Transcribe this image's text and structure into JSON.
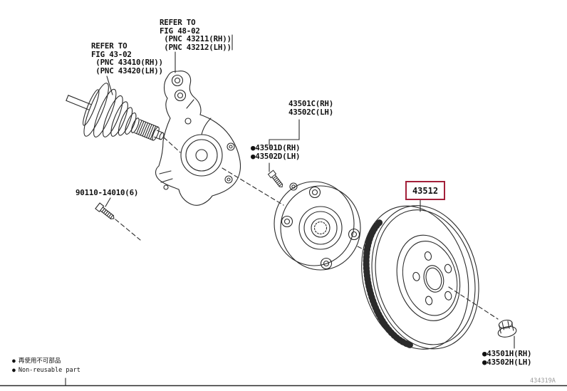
{
  "figure": {
    "footer_code": "434319A",
    "highlight_box_color": "#A3203A",
    "line_color": "#2a2a2a"
  },
  "labels": {
    "refer_left": "REFER TO\nFIG 43-02\n (PNC 43410(RH))\n (PNC 43420(LH))",
    "refer_top": "REFER TO\nFIG 48-02\n (PNC 43211(RH))\n (PNC 43212(LH))",
    "hub_assembly": "43501C(RH)\n43502C(LH)",
    "hub_bolt": "●43501D(RH)\n●43502D(LH)",
    "knuckle_bolt": "90110-14010(6)",
    "disc": "43512",
    "axle_nut": "●43501H(RH)\n●43502H(LH)"
  },
  "legend": {
    "bullet": "●",
    "jp": "再使用不可部品",
    "en": "Non-reusable part"
  }
}
